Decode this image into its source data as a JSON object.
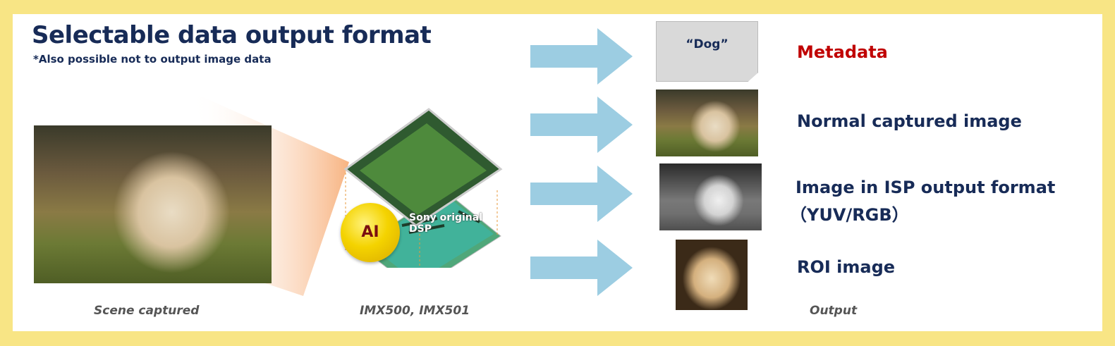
{
  "title": "Selectable data output format",
  "subtitle": "*Also possible not to output image data",
  "chip": {
    "ai_label": "AI",
    "dsp_label_line1": "Sony original",
    "dsp_label_line2": "DSP"
  },
  "outputs": [
    {
      "preview_text": "“Dog”",
      "label": "Metadata"
    },
    {
      "label": "Normal captured image"
    },
    {
      "label_line1": "Image in ISP output format",
      "label_line2": "（YUV/RGB）"
    },
    {
      "label": "ROI image"
    }
  ],
  "captions": {
    "scene": "Scene captured",
    "sensor": "IMX500, IMX501",
    "output": "Output"
  },
  "colors": {
    "border": "#f8e585",
    "title": "#172b57",
    "metadata": "#c00000",
    "arrow": "#9ccde2"
  }
}
